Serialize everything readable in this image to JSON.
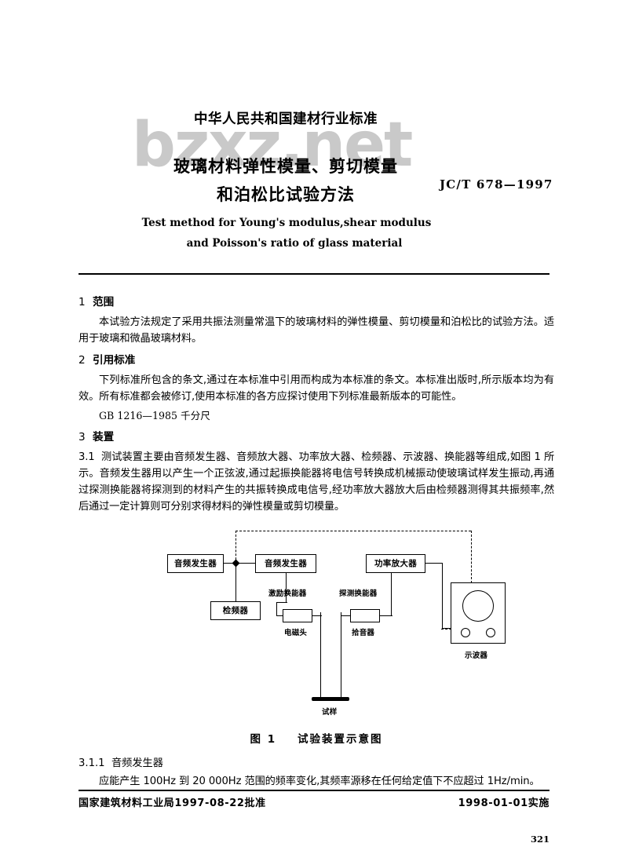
{
  "document": {
    "watermark": "bzxz.net",
    "page_number": "321"
  },
  "header": {
    "issuer_line": "中华人民共和国建材行业标准",
    "title_line1": "玻璃材料弹性模量、剪切模量",
    "title_line2": "和泊松比试验方法",
    "standard_number": "JC/T 678—1997",
    "english_title_line1": "Test method for Young's modulus,shear modulus",
    "english_title_line2": "and Poisson's ratio of glass material"
  },
  "sections": {
    "s1": {
      "number": "1",
      "heading": "范围",
      "paragraph": "本试验方法规定了采用共振法测量常温下的玻璃材料的弹性模量、剪切模量和泊松比的试验方法。适用于玻璃和微晶玻璃材料。"
    },
    "s2": {
      "number": "2",
      "heading": "引用标准",
      "paragraph": "下列标准所包含的条文,通过在本标准中引用而构成为本标准的条文。本标准出版时,所示版本均为有效。所有标准都会被修订,使用本标准的各方应探讨使用下列标准最新版本的可能性。",
      "reference": "GB 1216—1985   千分尺"
    },
    "s3": {
      "number": "3",
      "heading": "装置",
      "clause_number": "3.1",
      "clause_text": "测试装置主要由音频发生器、音频放大器、功率放大器、检频器、示波器、换能器等组成,如图 1 所示。音频发生器用以产生一个正弦波,通过起振换能器将电信号转换成机械振动使玻璃试样发生振动,再通过探测换能器将探测到的材料产生的共振转换成电信号,经功率放大器放大后由检频器测得其共振频率,然后通过一定计算则可分别求得材料的弹性模量或剪切模量。"
    },
    "s311": {
      "number": "3.1.1",
      "heading": "音频发生器",
      "paragraph": "应能产生 100Hz 到 20 000Hz 范围的频率变化,其频率源移在任何给定值下不应超过 1Hz/min。"
    }
  },
  "figure": {
    "caption_number": "图 1",
    "caption_text": "试验装置示意图",
    "boxes": {
      "audio_generator_left": "音频发生器",
      "audio_generator_right": "音频发生器",
      "power_amplifier": "功率放大器",
      "frequency_detector": "检频器"
    },
    "labels": {
      "excitation_transducer": "激励换能器",
      "electromagnetic_head": "电磁头",
      "detection_transducer": "探测换能器",
      "pickup": "拾音器",
      "oscilloscope": "示波器",
      "specimen": "试样"
    }
  },
  "footer": {
    "approval": "国家建筑材料工业局1997-08-22批准",
    "implementation": "1998-01-01实施"
  }
}
